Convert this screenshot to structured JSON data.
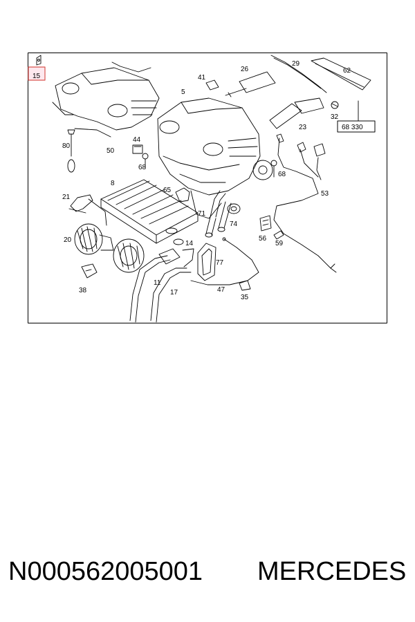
{
  "diagram": {
    "highlighted_part": "15",
    "ref_box": "68 330",
    "labels": [
      "5",
      "8",
      "11",
      "14",
      "17",
      "20",
      "21",
      "23",
      "26",
      "29",
      "32",
      "35",
      "38",
      "41",
      "44",
      "47",
      "50",
      "53",
      "56",
      "59",
      "62",
      "65",
      "68",
      "68",
      "71",
      "74",
      "77",
      "80"
    ]
  },
  "footer": {
    "part_number": "N000562005001",
    "brand": "MERCEDES"
  }
}
